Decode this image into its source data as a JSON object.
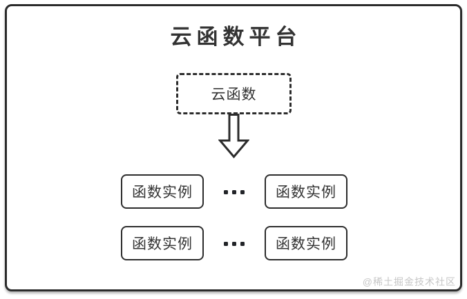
{
  "diagram": {
    "title": "云函数平台",
    "platform_box_label": "云函数",
    "instances": [
      "函数实例",
      "函数实例",
      "函数实例",
      "函数实例"
    ],
    "ellipsis_icon": "three-square-dots",
    "arrow_icon": "hollow-down-arrow",
    "watermark": "@稀土掘金技术社区"
  },
  "colors": {
    "border_dark": "#2b2b2b",
    "text": "#333333",
    "dot": "#222428",
    "watermark_gray": "#c6c6c6",
    "background": "#ffffff"
  }
}
